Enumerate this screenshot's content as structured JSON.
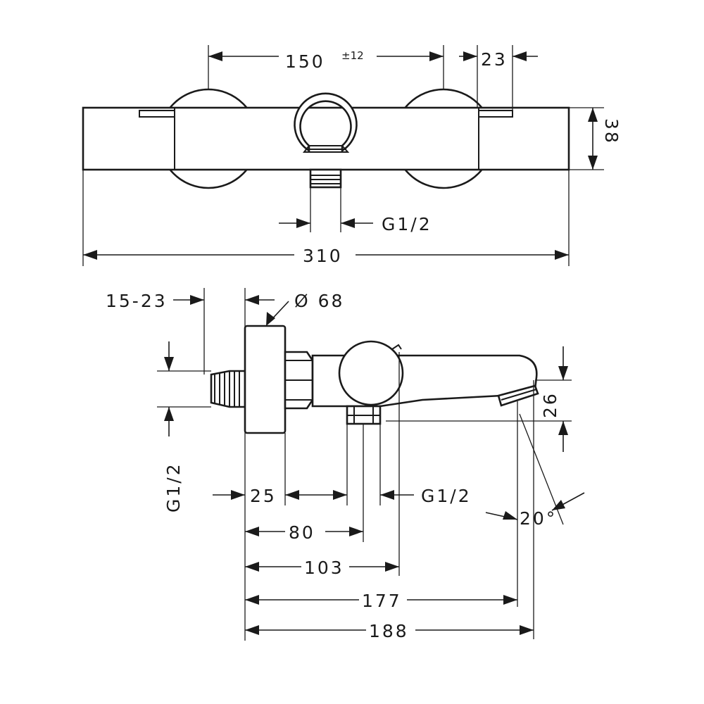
{
  "top_view": {
    "dimensions": {
      "spacing": "150",
      "spacing_tolerance": "±12",
      "handle_offset": "23",
      "height": "38",
      "outlet_thread": "G1/2",
      "overall_width": "310"
    }
  },
  "side_view": {
    "dimensions": {
      "eccentric_range": "15-23",
      "rosette_diameter": "Ø 68",
      "inlet_thread": "G1/2",
      "rosette_depth": "25",
      "outlet_thread": "G1/2",
      "outlet_offset": "80",
      "body_depth": "103",
      "spout_reach": "177",
      "overall_depth": "188",
      "spout_height": "26",
      "spout_angle": "20°"
    }
  }
}
